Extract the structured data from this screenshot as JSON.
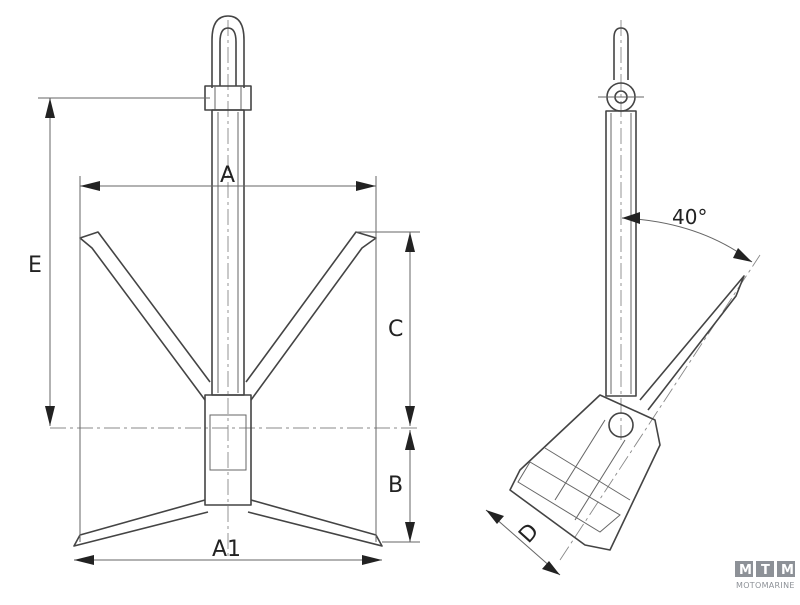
{
  "dimensions": {
    "A": "A",
    "A1": "A1",
    "B": "B",
    "C": "C",
    "D": "D",
    "E": "E"
  },
  "angle_label": "40°",
  "watermark": {
    "letters": [
      "M",
      "T",
      "M"
    ],
    "subtitle": "MOTOMARINE"
  }
}
